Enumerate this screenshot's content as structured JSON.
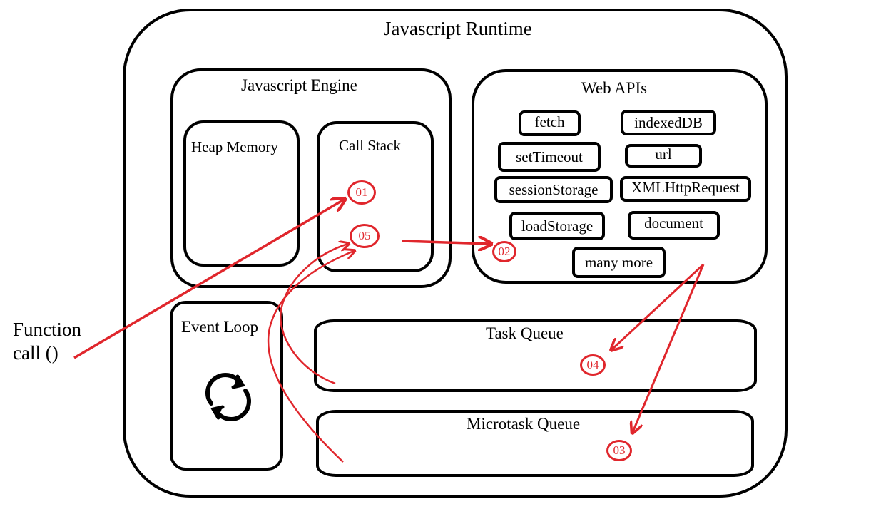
{
  "runtime": {
    "title": "Javascript Runtime"
  },
  "engine": {
    "title": "Javascript Engine",
    "heap": "Heap Memory",
    "callstack": "Call Stack"
  },
  "webapis": {
    "title": "Web APIs",
    "items": [
      "fetch",
      "indexedDB",
      "setTimeout",
      "url",
      "sessionStorage",
      "XMLHttpRequest",
      "loadStorage",
      "document",
      "many more"
    ]
  },
  "event_loop": {
    "title": "Event Loop",
    "icon": "refresh-cycle-icon"
  },
  "task_queue": {
    "title": "Task Queue"
  },
  "microtask_queue": {
    "title": "Microtask Queue"
  },
  "function_call": {
    "line1": "Function",
    "line2": "call ()"
  },
  "steps": [
    "01",
    "02",
    "03",
    "04",
    "05"
  ],
  "colors": {
    "arrow": "#e0262c",
    "outline": "#000000"
  }
}
